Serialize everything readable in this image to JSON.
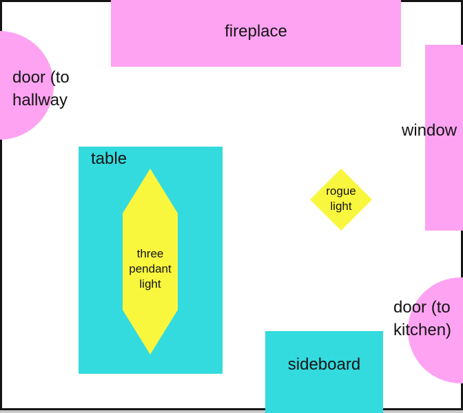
{
  "diagram": {
    "type": "room-floor-plan",
    "colors": {
      "pink": "#fda3f2",
      "teal": "#33dade",
      "yellow": "#f9f63e",
      "outline": "#141414",
      "text": "#141414",
      "floor": "#ffffff",
      "outside": "#c9c9c9"
    },
    "shapes": {
      "fireplace": {
        "label": "fireplace",
        "shape": "rectangle",
        "color": "pink"
      },
      "hallway_door": {
        "label": "door (to\nhallway",
        "shape": "circle",
        "color": "pink"
      },
      "window": {
        "label": "window",
        "shape": "rectangle",
        "color": "pink"
      },
      "table": {
        "label": "table",
        "shape": "rectangle",
        "color": "teal"
      },
      "pendant_light": {
        "label": "three\npendant\nlight",
        "shape": "hexagon",
        "color": "yellow"
      },
      "rogue_light": {
        "label": "rogue\nlight",
        "shape": "diamond",
        "color": "yellow"
      },
      "sideboard": {
        "label": "sideboard",
        "shape": "rectangle",
        "color": "teal"
      },
      "kitchen_door": {
        "label": "door (to\nkitchen)",
        "shape": "circle",
        "color": "pink"
      }
    }
  }
}
